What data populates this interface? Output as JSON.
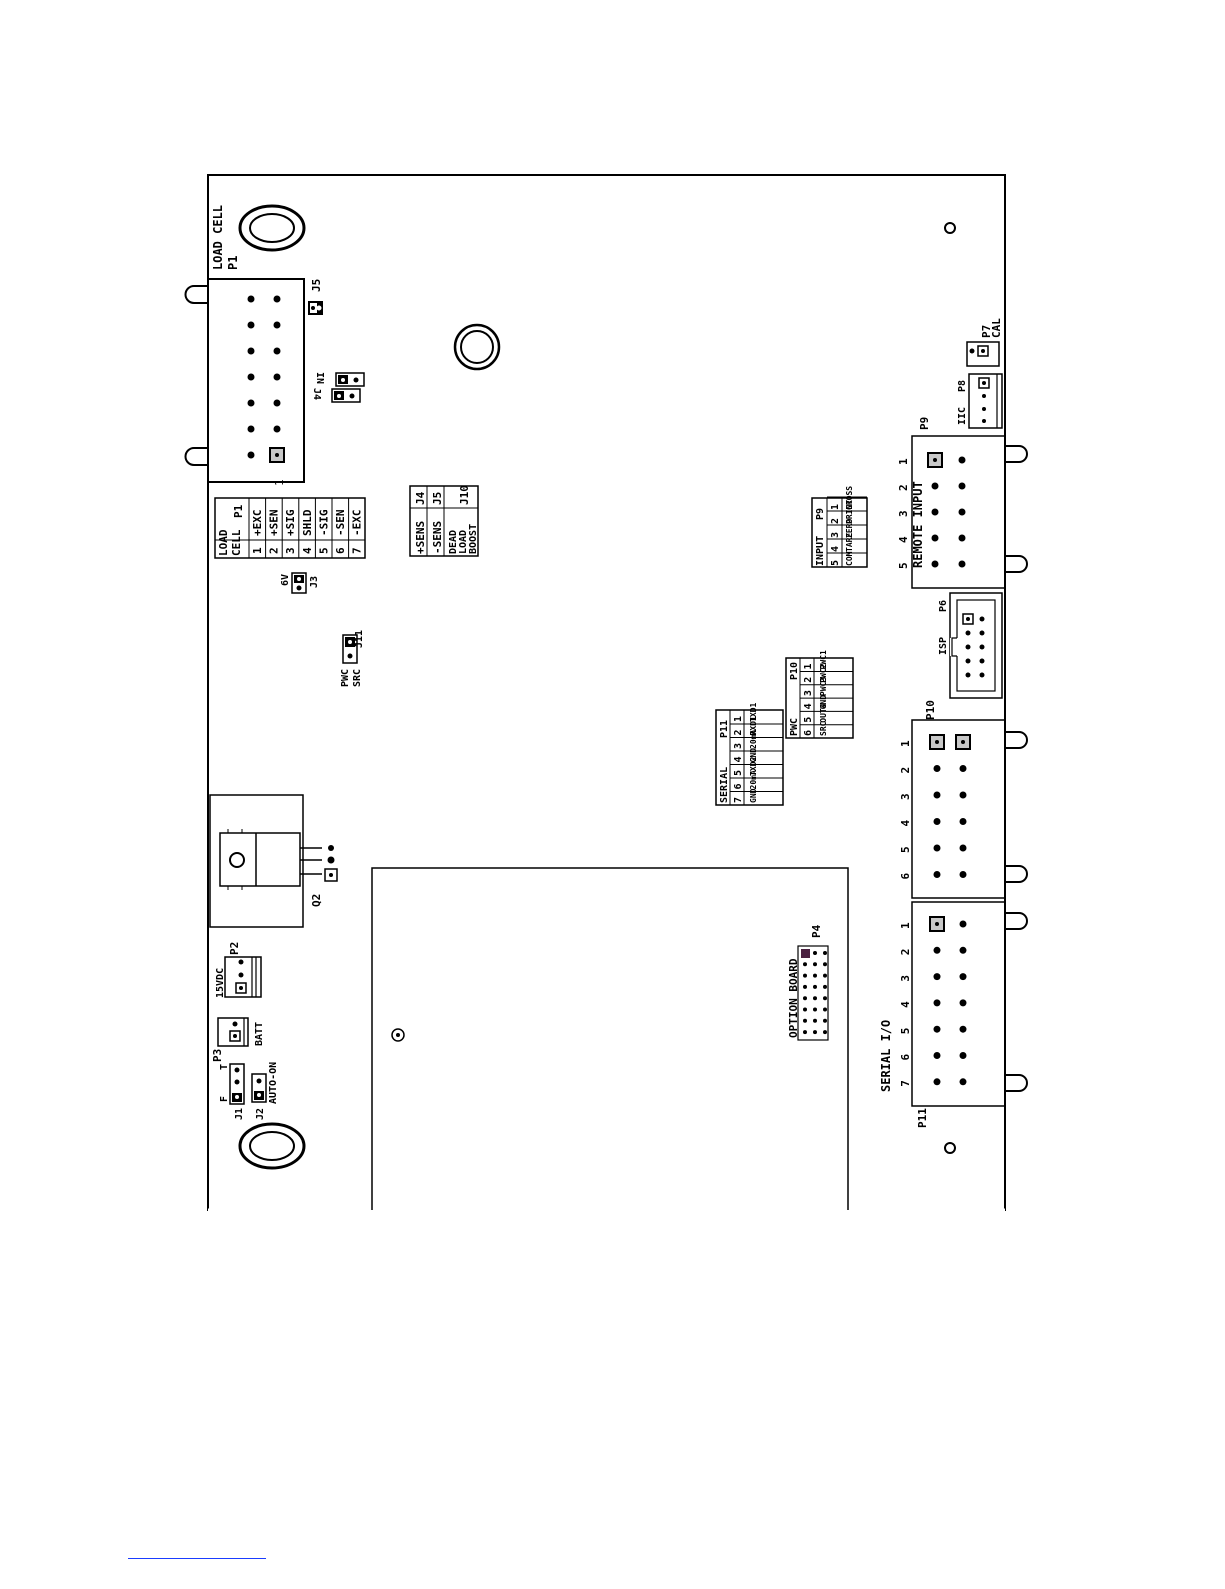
{
  "board": {
    "load_cell_title": "LOAD CELL",
    "p1": "P1",
    "p1_pin1": "1",
    "j5": "J5",
    "jumper_in": "IN",
    "jumper_j": "J4",
    "q2": "Q2",
    "p2": "P2",
    "p2_label": "15VDC",
    "p3": "P3",
    "batt": "BATT",
    "j1": "J1",
    "j1_f": "F",
    "j1_t": "T",
    "j2": "J2",
    "auto_on": "AUTO-ON",
    "j3": "J3",
    "j3_label": "6V",
    "j11": "J11",
    "j11_pwc": "PWC",
    "j11_src": "SRC",
    "option_board": "OPTION BOARD",
    "p4": "P4",
    "p7": "P7",
    "p7_label": "CAL",
    "p8": "P8",
    "iic": "IIC",
    "p9": "P9",
    "remote_input": "REMOTE INPUT",
    "p9_pins": [
      "1",
      "2",
      "3",
      "4",
      "5"
    ],
    "p6": "P6",
    "isp": "ISP",
    "p10": "P10",
    "p10_pins": [
      "1",
      "2",
      "3",
      "4",
      "5",
      "6"
    ],
    "p11": "P11",
    "serial_io": "SERIAL I/O",
    "p11_pins": [
      "1",
      "2",
      "3",
      "4",
      "5",
      "6",
      "7"
    ]
  },
  "load_cell_table": {
    "title1": "LOAD",
    "title2": "CELL",
    "connector": "P1",
    "pins": [
      "1",
      "2",
      "3",
      "4",
      "5",
      "6",
      "7"
    ],
    "signals": [
      "+EXC",
      "+SEN",
      "+SIG",
      "SHLD",
      "-SIG",
      "-SEN",
      "-EXC"
    ]
  },
  "jumper_table": {
    "labels": [
      "+SENS",
      "-SENS",
      "DEAD LOAD BOOST"
    ],
    "refs": [
      "J4",
      "J5",
      "J10"
    ]
  },
  "input_table": {
    "title": "INPUT",
    "connector": "P9",
    "pins": [
      "5",
      "4",
      "3",
      "2",
      "1"
    ],
    "signals": [
      "COM",
      "TARE",
      "ZERO",
      "PRINT",
      "GROSS"
    ]
  },
  "pwc_table": {
    "title": "PWC",
    "connector": "P10",
    "pins": [
      "6",
      "5",
      "4",
      "3",
      "2",
      "1"
    ],
    "signals": [
      "SRC",
      "OUT4",
      "GND",
      "PWC3",
      "PWC2",
      "PWC1"
    ]
  },
  "serial_table": {
    "title": "SERIAL",
    "connector": "P11",
    "pins": [
      "7",
      "6",
      "5",
      "4",
      "3",
      "2",
      "1"
    ],
    "signals": [
      "GND",
      "20mA",
      "TXD2",
      "GND",
      "20mA",
      "RXD1",
      "TXD1"
    ]
  },
  "colors": {
    "line": "#000000",
    "pad_fill": "#c8c8c8",
    "p4_pin1": "#4a2040",
    "link": "#1a3cff"
  }
}
